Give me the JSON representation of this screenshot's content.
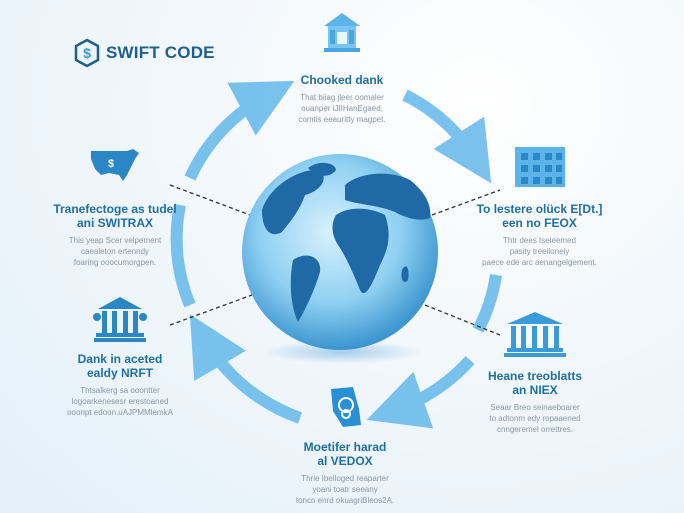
{
  "logo": {
    "icon": "shield-dollar-icon",
    "text": "SWIFT CODE"
  },
  "colors": {
    "accent": "#1e6fa6",
    "arrow": "#6cbcec",
    "icon_light": "#5cb3ea",
    "globe_land": "#1f6aa6",
    "globe_ocean": "#8fd0f2",
    "desc": "#8a97a3"
  },
  "steps": [
    {
      "id": "top",
      "icon": "bank-building-icon",
      "title": "Chooked dank",
      "desc": [
        "That biiag jleer oomaler",
        "ouanper iJIIHanEgaed,",
        "comtis eeauritty magpet."
      ]
    },
    {
      "id": "right",
      "icon": "office-building-icon",
      "title_lines": [
        "To lestere olück E[Dt.]",
        "een no FEOX"
      ],
      "desc": [
        "Thtr dees tseleemed",
        "pasity treeiloneiy",
        "paece ede arc aenangelgement."
      ]
    },
    {
      "id": "bottom-right",
      "icon": "bank-columns-icon",
      "title_lines": [
        "Heane treoblatts",
        "an NIEX"
      ],
      "desc": [
        "Seaar Breo seinaeboarer",
        "to adtonm edy ropaaened",
        "cnngeremel orrettres."
      ]
    },
    {
      "id": "bottom",
      "icon": "swift-token-icon",
      "title_lines": [
        "Moetifer harad",
        "al VEDOX"
      ],
      "desc": [
        "Thrie Ibeiloged reaparter",
        "yoani toatr seeany",
        "toncn enrd okuagriBleos2A."
      ]
    },
    {
      "id": "bottom-left",
      "icon": "bank-columns-icon",
      "title_lines": [
        "Dank in aceted",
        "ealdy NRFT"
      ],
      "desc": [
        "Thtsalkerg sa ooontter",
        "logoarkenesesr erestoaned",
        "ooonpt edoon.uAJPMMlemkA"
      ]
    },
    {
      "id": "left",
      "icon": "usa-map-dollar-icon",
      "title_lines": [
        "Tranefectoge as tudel",
        "ani SWITRAX"
      ],
      "desc": [
        "This yeap Scer velpement",
        "caealeton ertenndy",
        "foaring ooocumorgpen."
      ]
    }
  ]
}
